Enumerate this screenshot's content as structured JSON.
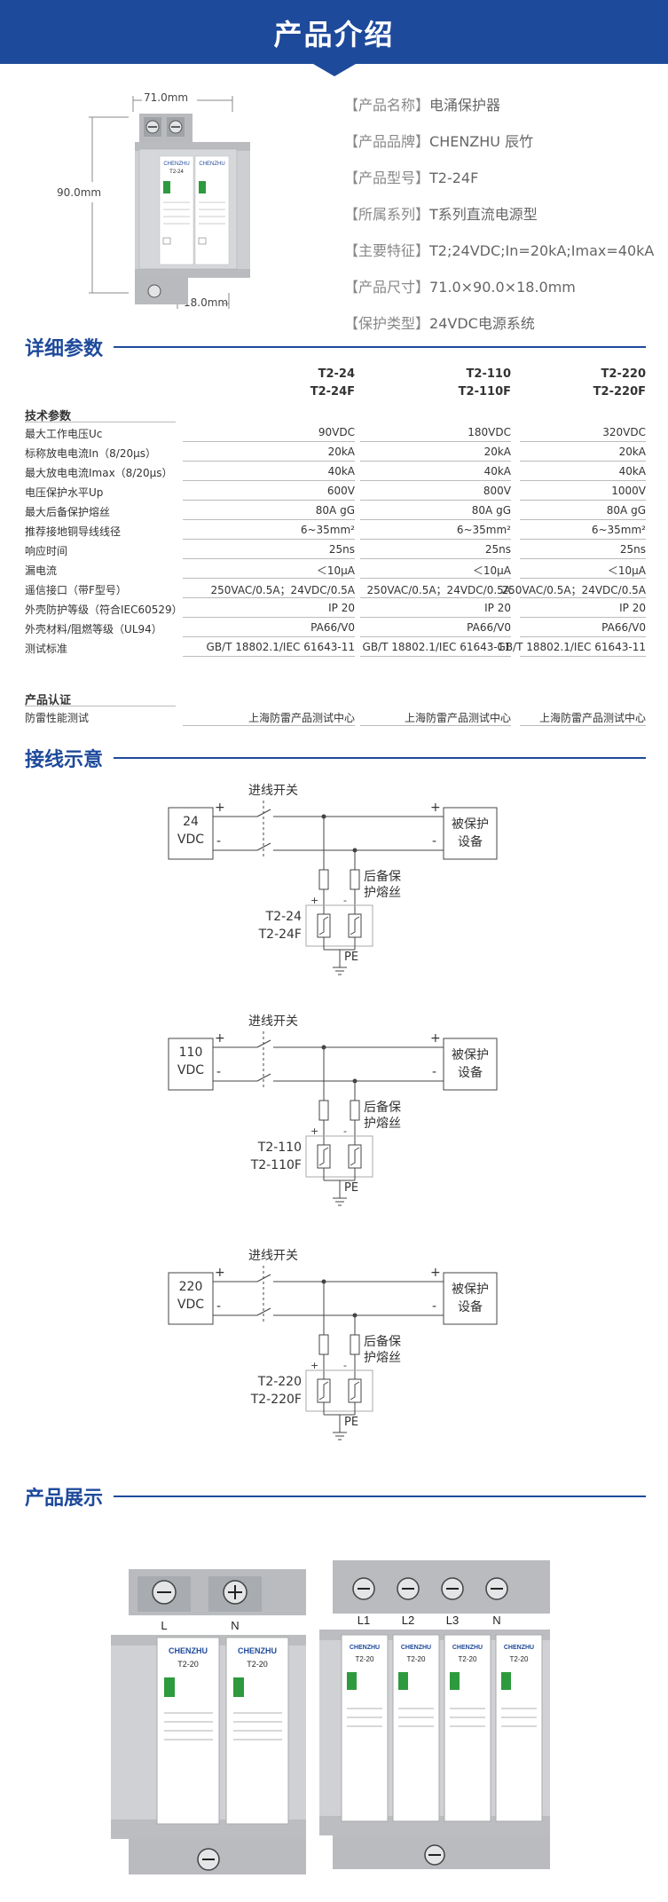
{
  "banner": {
    "title": "产品介绍"
  },
  "intro": {
    "dims": {
      "width": "71.0mm",
      "height": "90.0mm",
      "depth": "18.0mm"
    },
    "product_label": {
      "brand": "CHENZHU",
      "model": "T2-24"
    },
    "rows": [
      {
        "key": "【产品名称】",
        "value": "电涌保护器"
      },
      {
        "key": "【产品品牌】",
        "value": "CHENZHU 辰竹"
      },
      {
        "key": "【产品型号】",
        "value": "T2-24F"
      },
      {
        "key": "【所属系列】",
        "value": "T系列直流电源型"
      },
      {
        "key": "【主要特征】",
        "value": "T2;24VDC;In=20kA;Imax=40kA"
      },
      {
        "key": "【产品尺寸】",
        "value": "71.0×90.0×18.0mm"
      },
      {
        "key": "【保护类型】",
        "value": "24VDC电源系统"
      }
    ]
  },
  "params": {
    "section_title": "详细参数",
    "models": [
      {
        "top": "T2-24",
        "bottom": "T2-24F"
      },
      {
        "top": "T2-110",
        "bottom": "T2-110F"
      },
      {
        "top": "T2-220",
        "bottom": "T2-220F"
      }
    ],
    "group1": "技术参数",
    "rows": [
      {
        "label": "最大工作电压Uc",
        "values": [
          "90VDC",
          "180VDC",
          "320VDC"
        ]
      },
      {
        "label": "标称放电电流In（8/20μs）",
        "values": [
          "20kA",
          "20kA",
          "20kA"
        ]
      },
      {
        "label": "最大放电电流Imax（8/20μs）",
        "values": [
          "40kA",
          "40kA",
          "40kA"
        ]
      },
      {
        "label": "电压保护水平Up",
        "values": [
          "600V",
          "800V",
          "1000V"
        ]
      },
      {
        "label": "最大后备保护熔丝",
        "values": [
          "80A gG",
          "80A gG",
          "80A gG"
        ]
      },
      {
        "label": "推荐接地铜导线线径",
        "values": [
          "6~35mm²",
          "6~35mm²",
          "6~35mm²"
        ]
      },
      {
        "label": "响应时间",
        "values": [
          "25ns",
          "25ns",
          "25ns"
        ]
      },
      {
        "label": "漏电流",
        "values": [
          "＜10μA",
          "＜10μA",
          "＜10μA"
        ]
      },
      {
        "label": "遥信接口（带F型号）",
        "values": [
          "250VAC/0.5A；24VDC/0.5A",
          "250VAC/0.5A；24VDC/0.5A",
          "250VAC/0.5A；24VDC/0.5A"
        ]
      },
      {
        "label": "外壳防护等级（符合IEC60529）",
        "values": [
          "IP 20",
          "IP 20",
          "IP 20"
        ]
      },
      {
        "label": "外壳材料/阻燃等级（UL94）",
        "values": [
          "PA66/V0",
          "PA66/V0",
          "PA66/V0"
        ]
      },
      {
        "label": "测试标准",
        "values": [
          "GB/T 18802.1/IEC 61643-11",
          "GB/T 18802.1/IEC 61643-11",
          "GB/T 18802.1/IEC 61643-11"
        ]
      }
    ],
    "group2": "产品认证",
    "cert_row": {
      "label": "防雷性能测试",
      "values": [
        "上海防雷产品测试中心",
        "上海防雷产品测试中心",
        "上海防雷产品测试中心"
      ]
    }
  },
  "wiring": {
    "section_title": "接线示意",
    "switch_label": "进线开关",
    "fuse_label_1": "后备保",
    "fuse_label_2": "护熔丝",
    "load_label_1": "被保护",
    "load_label_2": "设备",
    "plus": "+",
    "minus": "-",
    "pe": "PE",
    "diagrams": [
      {
        "voltage": "24",
        "unit": "VDC",
        "model_top": "T2-24",
        "model_bottom": "T2-24F"
      },
      {
        "voltage": "110",
        "unit": "VDC",
        "model_top": "T2-110",
        "model_bottom": "T2-110F"
      },
      {
        "voltage": "220",
        "unit": "VDC",
        "model_top": "T2-220",
        "model_bottom": "T2-220F"
      }
    ]
  },
  "display": {
    "section_title": "产品展示",
    "brand": "CHENZHU",
    "model": "T2-20",
    "terminals_2p": [
      "L",
      "N"
    ],
    "terminals_4p": [
      "L1",
      "L2",
      "L3",
      "N"
    ]
  },
  "colors": {
    "accent": "#1e4a9b",
    "housing": "#c9cbcf",
    "window": "#2e9a3e"
  }
}
